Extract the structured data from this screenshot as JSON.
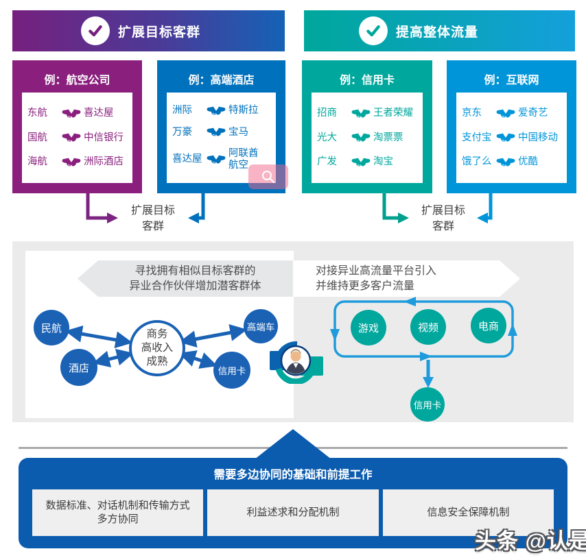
{
  "headers": {
    "left": {
      "label": "扩展目标客群"
    },
    "right": {
      "label": "提高整体流量"
    }
  },
  "example_boxes": [
    {
      "title": "例：航空公司",
      "pairs": [
        {
          "left": "东航",
          "right": "喜达屋"
        },
        {
          "left": "国航",
          "right": "中信银行"
        },
        {
          "left": "海航",
          "right": "洲际酒店"
        }
      ]
    },
    {
      "title": "例：高端酒店",
      "pairs": [
        {
          "left": "洲际",
          "right": "特斯拉"
        },
        {
          "left": "万豪",
          "right": "宝马"
        },
        {
          "left": "喜达屋",
          "right": "阿联酋航空"
        }
      ]
    },
    {
      "title": "例：信用卡",
      "pairs": [
        {
          "left": "招商",
          "right": "王者荣耀"
        },
        {
          "left": "光大",
          "right": "淘票票"
        },
        {
          "left": "广发",
          "right": "淘宝"
        }
      ]
    },
    {
      "title": "例：互联网",
      "pairs": [
        {
          "left": "京东",
          "right": "爱奇艺"
        },
        {
          "left": "支付宝",
          "right": "中国移动"
        },
        {
          "left": "饿了么",
          "right": "优酷"
        }
      ]
    }
  ],
  "flow_labels": {
    "left": {
      "line1": "扩展目标",
      "line2": "客群"
    },
    "right": {
      "line1": "扩展目标",
      "line2": "客群"
    }
  },
  "left_diagram": {
    "banner_line1": "寻找拥有相似目标客群的",
    "banner_line2": "异业合作伙伴增加潜客群体",
    "nodes": [
      "民航",
      "酒店",
      "高端车",
      "信用卡"
    ],
    "center": {
      "line1": "商务",
      "line2": "高收入",
      "line3": "成熟"
    }
  },
  "right_diagram": {
    "banner_line1": "对接异业高流量平台引入",
    "banner_line2": "并维持更多客户流量",
    "nodes": [
      "游戏",
      "视频",
      "电商"
    ],
    "bottom_node": "信用卡"
  },
  "bottom_panel": {
    "title": "需要多边协同的基础和前提工作",
    "items": [
      {
        "line1": "数据标准、对话机制和传输方式",
        "line2": "多方协同"
      },
      {
        "line1": "利益述求和分配机制"
      },
      {
        "line1": "信息安全保障机制"
      }
    ]
  },
  "watermark": "头条 @认是",
  "icons": {
    "header_check": "check-icon",
    "partnership": "handshake-icon",
    "search_overlay": "magnifier-icon",
    "customer_avatar": "person-icon"
  },
  "colors": {
    "purple": "#8A1F7D",
    "deep_blue": "#0071BC",
    "teal": "#00A79D",
    "light_blue": "#0095D9",
    "diagram_blue": "#1B62B5",
    "loop_blue": "#1E9BDB",
    "panel_blue": "#0B5BAF",
    "gray_section": "#EBEBEC",
    "banner_gray": "#E6E7E8",
    "line_gray": "#A7A9AC"
  }
}
